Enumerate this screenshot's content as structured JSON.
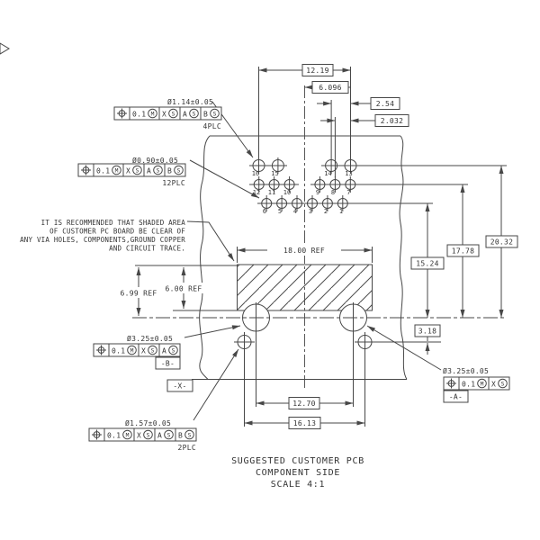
{
  "colors": {
    "line": "#474747",
    "text": "#333333"
  },
  "note": {
    "lines": [
      "IT IS RECOMMENDED THAT SHADED AREA",
      "OF CUSTOMER PC BOARD BE CLEAR OF",
      "ANY VIA HOLES, COMPONENTS,GROUND COPPER",
      "AND CIRCUIT TRACE."
    ]
  },
  "title": {
    "line1": "SUGGESTED CUSTOMER PCB",
    "line2": "COMPONENT SIDE",
    "line3": "SCALE 4:1"
  },
  "dims": {
    "top_span": "12.19",
    "top_half_span": "6.096",
    "pitch_row1": "2.54",
    "pitch_row2": "2.032",
    "right_h1": "20.32",
    "right_h2": "17.78",
    "right_h3": "15.24",
    "right_offset": "3.18",
    "bottom_big": "12.70",
    "bottom_small": "16.13",
    "ref_width": "18.00 REF",
    "ref_height": "6.00 REF",
    "ref_height_total": "6.99 REF"
  },
  "callouts": {
    "top_holes": {
      "dia": "Ø1.14±0.05",
      "plc": "4PLC",
      "tol": "0.1",
      "tol_mod": "M",
      "datums": [
        {
          "letter": "X",
          "mod": "S"
        },
        {
          "letter": "A",
          "mod": "S"
        },
        {
          "letter": "B",
          "mod": "S"
        }
      ]
    },
    "via_holes": {
      "dia": "Ø0.90±0.05",
      "plc": "12PLC",
      "tol": "0.1",
      "tol_mod": "M",
      "datums": [
        {
          "letter": "X",
          "mod": "S"
        },
        {
          "letter": "A",
          "mod": "S"
        },
        {
          "letter": "B",
          "mod": "S"
        }
      ]
    },
    "big_hole_left": {
      "dia": "Ø3.25±0.05",
      "flag": "-B-",
      "tol": "0.1",
      "tol_mod": "M",
      "datums": [
        {
          "letter": "X",
          "mod": "S"
        },
        {
          "letter": "A",
          "mod": "S"
        }
      ]
    },
    "big_hole_right": {
      "dia": "Ø3.25±0.05",
      "flag": "-A-",
      "tol": "0.1",
      "tol_mod": "M",
      "datums": [
        {
          "letter": "X",
          "mod": "S"
        }
      ]
    },
    "mount_holes": {
      "dia": "Ø1.57±0.05",
      "plc": "2PLC",
      "tol": "0.1",
      "tol_mod": "M",
      "datums": [
        {
          "letter": "X",
          "mod": "S"
        },
        {
          "letter": "A",
          "mod": "S"
        },
        {
          "letter": "B",
          "mod": "S"
        }
      ]
    }
  },
  "datum_x_flag": "-X-",
  "holes": {
    "numbers": [
      "16",
      "15",
      "14",
      "13",
      "12",
      "11",
      "10",
      "9",
      "8",
      "7",
      "6",
      "5",
      "4",
      "3",
      "2",
      "1"
    ]
  }
}
